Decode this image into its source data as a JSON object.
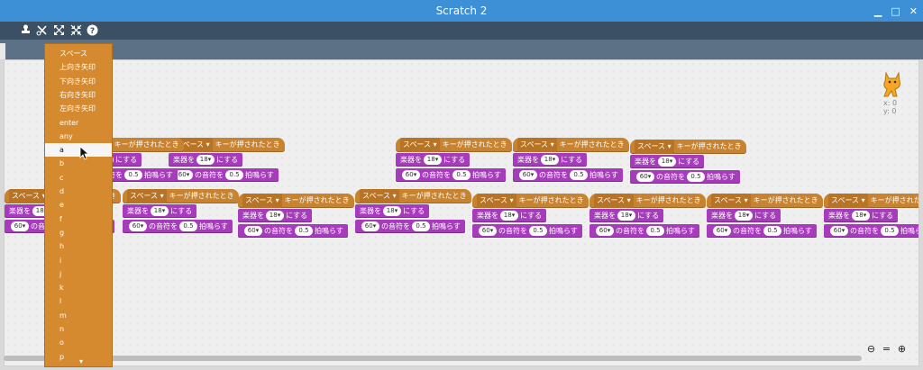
{
  "window": {
    "title": "Scratch 2"
  },
  "toolbar": {
    "icons": [
      "duplicate-icon",
      "cut-icon",
      "grow-icon",
      "shrink-icon",
      "help-icon"
    ]
  },
  "stage": {
    "x_label": "x:",
    "x_value": "0",
    "y_label": "y:",
    "y_value": "0"
  },
  "zoom": {
    "out": "−",
    "reset": "=",
    "in": "+"
  },
  "blocks": {
    "when_key_suffix": "キーが押されたとき",
    "when_key_partial": "キーが押されたとき",
    "key_space": "スペース",
    "set_instr_prefix": "楽器を",
    "set_instr_value": "18▾",
    "set_instr_suffix": "にする",
    "note_value": "60▾",
    "note_mid": "の音符を",
    "beats_value": "0.5",
    "beats_suffix": "拍鳴らす"
  },
  "menu": {
    "items": [
      "スペース",
      "上向き矢印",
      "下向き矢印",
      "右向き矢印",
      "左向き矢印",
      "enter",
      "any",
      "a",
      "b",
      "c",
      "d",
      "e",
      "f",
      "g",
      "h",
      "i",
      "j",
      "k",
      "l",
      "m",
      "n",
      "o",
      "p"
    ],
    "selected": "a"
  },
  "colors": {
    "event": "#c88330",
    "sound": "#a63cbb",
    "menu": "#d68a2f",
    "titlebar": "#3d8fd6"
  }
}
